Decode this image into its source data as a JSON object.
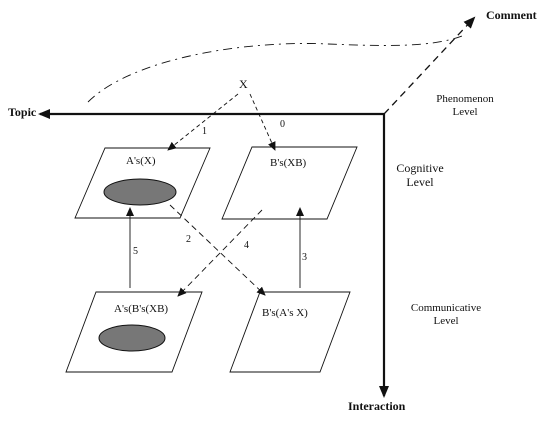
{
  "axes": {
    "topic": "Topic",
    "comment": "Comment",
    "interaction": "Interaction"
  },
  "levels": {
    "phenomenon": "Phenomenon\nLevel",
    "cognitive": "Cognitive\nLevel",
    "communicative": "Communicative\nLevel"
  },
  "nodes": {
    "x": "X",
    "a_x": "A's(X)",
    "b_xb": "B's(XB)",
    "a_b_xb": "A's(B's(XB)",
    "b_a_x": "B's(A's X)"
  },
  "steps": {
    "s1": "1",
    "s0": "0",
    "s2": "2",
    "s4": "4",
    "s3": "3",
    "s5": "5"
  },
  "colors": {
    "ink": "#111111",
    "ellipse_fill": "#777777",
    "background": "#ffffff"
  }
}
